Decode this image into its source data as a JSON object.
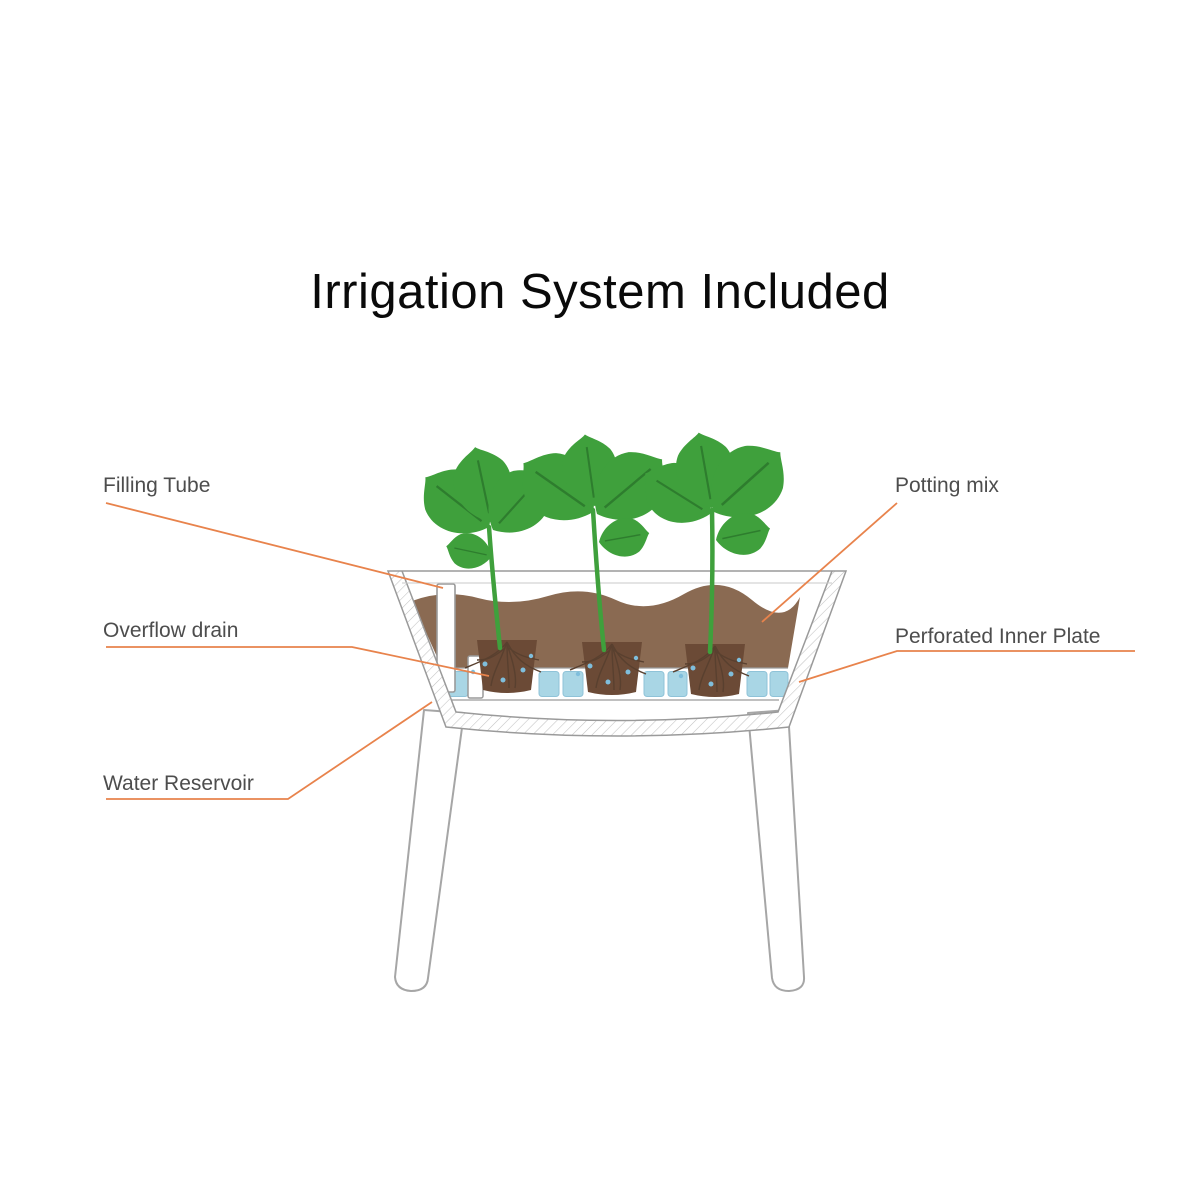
{
  "title": "Irrigation System Included",
  "labels": {
    "filling_tube": "Filling Tube",
    "overflow_drain": "Overflow drain",
    "water_reservoir": "Water Reservoir",
    "potting_mix": "Potting mix",
    "perforated_inner_plate": "Perforated Inner Plate"
  },
  "colors": {
    "accent": "#E8834C",
    "title_text": "#0A0A0A",
    "label_text": "#4D4D4D",
    "leaf": "#3FA03C",
    "leaf_vein": "#2E7D2E",
    "soil": "#8A6A52",
    "root_ball": "#6B4A36",
    "root_line": "#59402F",
    "water": "#A9D6E5",
    "droplet": "#7FBEDC",
    "outline": "#9A9A9A",
    "outline_light": "#C9C9C9",
    "hatch": "#C2C2C2",
    "leg_outline": "#A6A6A6"
  }
}
